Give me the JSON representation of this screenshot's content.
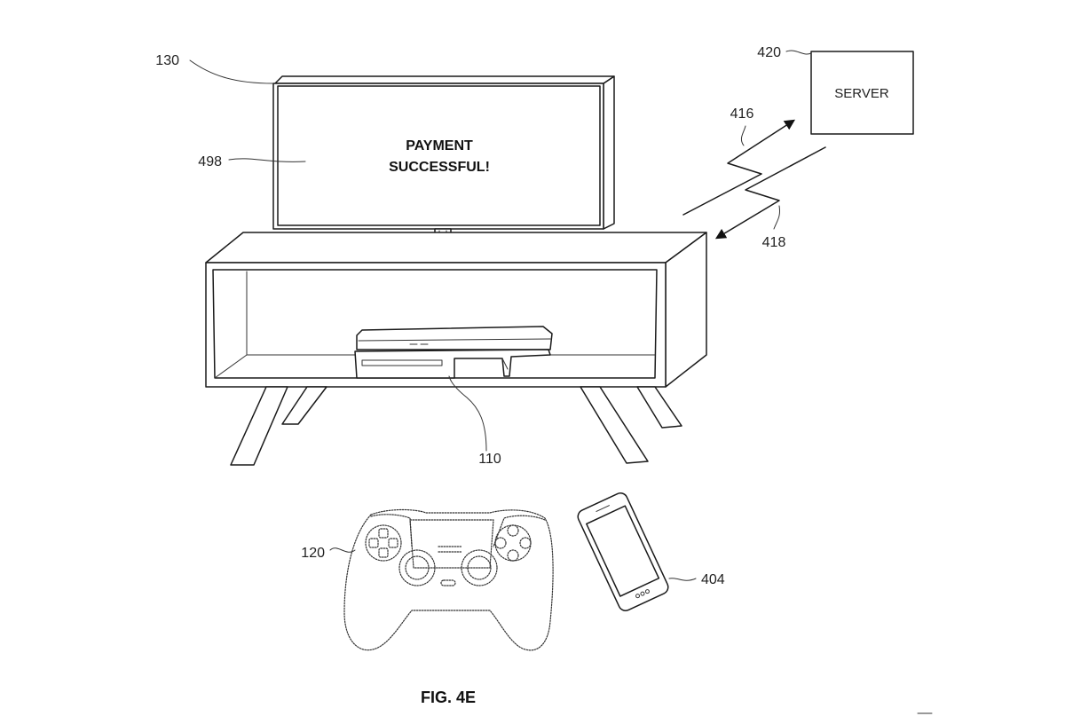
{
  "labels": {
    "tv": "130",
    "screen": "498",
    "server": "420",
    "uplink": "416",
    "downlink": "418",
    "console": "110",
    "controller": "120",
    "phone": "404"
  },
  "screen": {
    "line1": "PAYMENT",
    "line2": "SUCCESSFUL!"
  },
  "server": {
    "label": "SERVER"
  },
  "figure": {
    "caption": "FIG. 4E"
  }
}
